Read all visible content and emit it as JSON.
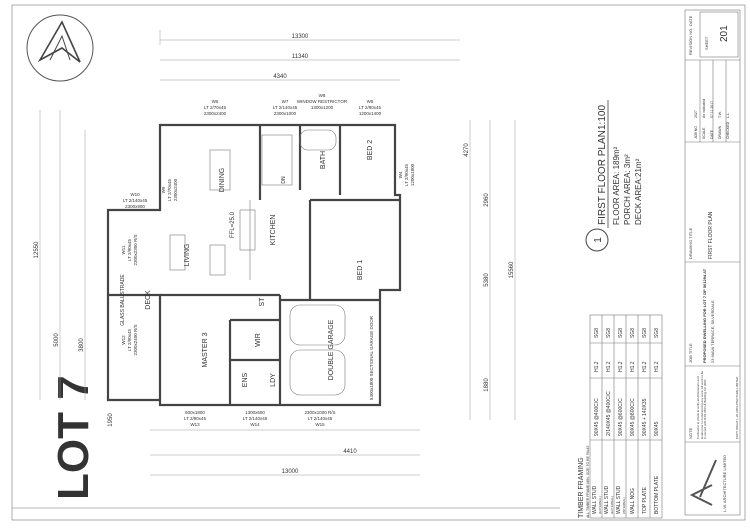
{
  "lot_label": "LOT 7",
  "plan": {
    "number": "1",
    "title": "FIRST FLOOR PLAN",
    "scale": "1:100",
    "areas": [
      "FLOOR AREA: 189m²",
      "PORCH AREA: 3m²",
      "DECK AREA:21m²"
    ]
  },
  "rooms": {
    "dining": "DINING",
    "living": "LIVING",
    "kitchen": "KITCHEN",
    "ffl": "FFL=25.0",
    "master": "MASTER 3",
    "wir": "WIR",
    "ens": "ENS",
    "ldy": "LDY",
    "st": "ST",
    "garage": "DOUBLE GARAGE",
    "bed1": "BED 1",
    "bed2": "BED 2",
    "bath": "BATH",
    "deck": "DECK",
    "balustrade": "GLASS BALUSTRADE",
    "dn": "DN"
  },
  "windows": [
    {
      "id": "W6",
      "lintel": "LT 2/70x45",
      "size": "2300x2400"
    },
    {
      "id": "W7",
      "lintel": "LT 2/140x45",
      "size": "2300x1000"
    },
    {
      "id": "W8",
      "lintel": "WINDOW RESTRICTOR",
      "size": "1300x1200"
    },
    {
      "id": "W5",
      "lintel": "LT 2/90x45",
      "size": "1200x1400"
    },
    {
      "id": "W9",
      "lintel": "LT 2/70x45",
      "size": "2300x2400"
    },
    {
      "id": "W10",
      "lintel": "LT 2/140x45",
      "size": "2300x900"
    },
    {
      "id": "W11",
      "lintel": "LT 2/90x45",
      "size": "2300x2300 R/S"
    },
    {
      "id": "W12",
      "lintel": "LT 2/90x45",
      "size": "2300x2400 R/S"
    },
    {
      "id": "W13",
      "lintel": "LT 2/90x45",
      "size": "600x1800"
    },
    {
      "id": "W14",
      "lintel": "LT 2/140x45",
      "size": "1300x600"
    },
    {
      "id": "W15",
      "lintel": "LT 2/140x45",
      "size": "2300x1000 R/S"
    },
    {
      "id": "W4",
      "lintel": "LT 2/90x45",
      "size": "1200x1800"
    }
  ],
  "garage_door": "5400x1800 SECTIONAL GARAGE DOOR",
  "dimensions": {
    "top": [
      "13300",
      "11340",
      "4340"
    ],
    "left": [
      "12550",
      "5000",
      "3800",
      "1950"
    ],
    "right": [
      "4270",
      "2960",
      "5380",
      "1880",
      "15560"
    ],
    "bottom": [
      "13000",
      "4410"
    ]
  },
  "timber_framing": {
    "title": "TIMBER FRAMING",
    "note": "ALL TIMBER FRAME MIN. SIZE TO BE 90x45",
    "rows": [
      {
        "member": "WALL STUD",
        "sub": "(EXTERNAL)",
        "size": "90X45 @400C/C",
        "treat": "H1.2",
        "grade": "SG8"
      },
      {
        "member": "WALL STUD",
        "sub": "(EXTERNAL)",
        "size": "2/140X45 @400C/C",
        "treat": "H1.2",
        "grade": "SG8"
      },
      {
        "member": "WALL STUD",
        "sub": "(INTERNAL)",
        "size": "90X45 @600C/C",
        "treat": "H1.2",
        "grade": "SG8"
      },
      {
        "member": "WALL NOG",
        "sub": "",
        "size": "90X45 @800C/C",
        "treat": "H1.2",
        "grade": "SG8"
      },
      {
        "member": "TOP PLATE",
        "sub": "",
        "size": "90X45 + 140X35",
        "treat": "H1.2",
        "grade": "SG8"
      },
      {
        "member": "BOTTOM PLATE",
        "sub": "",
        "size": "90X45",
        "treat": "H1.2",
        "grade": "SG8"
      }
    ]
  },
  "title_block": {
    "company": "L.W. ARCHITECTURE LIMITED",
    "note_title": "NOTE",
    "note": "Contractor to check & verify all dimensions and levels prior to commencing any work. All work to be in accord with NZS 3604 & Building Act 2004",
    "copyright": "COPY RIGHT L.W. ARCHITECTURE LIMITED",
    "job_title_label": "JOB TITLE",
    "job_title": "PROPOSED DWELLING FOR LOT 7 DP 501294 AT",
    "address": "23 MAVA TERRACE, SILVERDALE",
    "drawing_label": "DRAWING TITLE",
    "drawing": "FIRST FLOOR PLAN",
    "fields": [
      {
        "label": "JOB NO",
        "value": "2027"
      },
      {
        "label": "SCALE",
        "value": "As indicated"
      },
      {
        "label": "DATE",
        "value": "07.11.2017"
      },
      {
        "label": "DRAWN",
        "value": "T.W."
      },
      {
        "label": "CHECKED",
        "value": "L.L."
      }
    ],
    "revision_label": "REVISION NO.",
    "date_label": "DATE",
    "sheet_label": "SHEET",
    "sheet": "201"
  },
  "colors": {
    "line": "#444444",
    "paper": "#ffffff"
  }
}
